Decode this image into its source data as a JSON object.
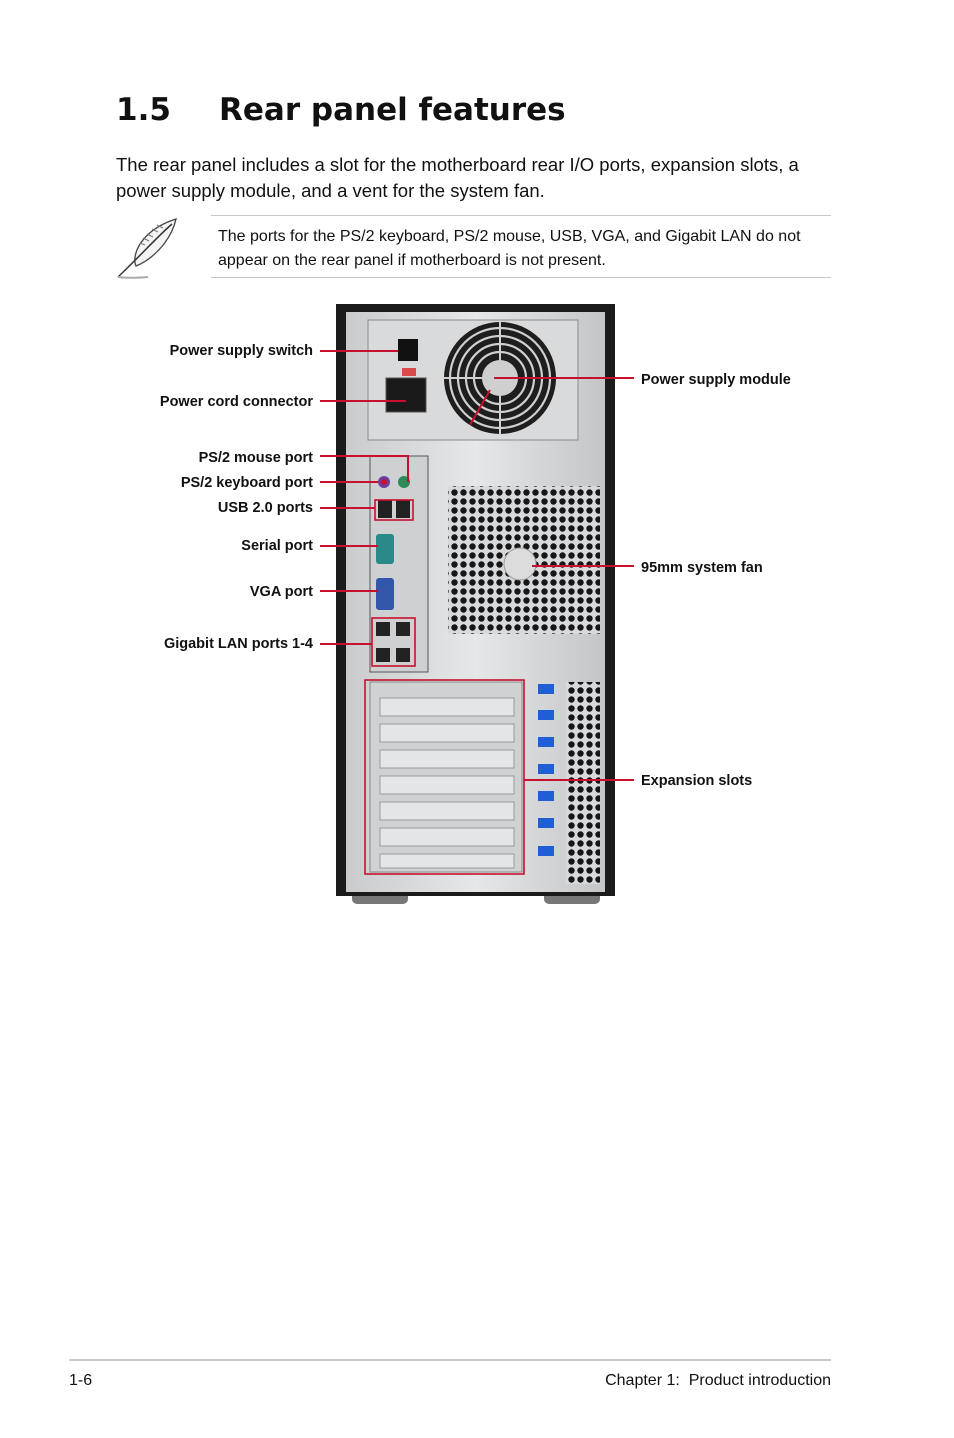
{
  "section": {
    "number": "1.5",
    "title": "Rear panel features"
  },
  "intro_text": "The rear panel includes a slot for the motherboard rear I/O ports, expansion slots, a power supply module, and a vent for the system fan.",
  "note": {
    "icon": "feather-quill-icon",
    "text": "The ports for the PS/2 keyboard, PS/2 mouse, USB, VGA, and Gigabit LAN do not appear on the rear panel if motherboard is not present."
  },
  "figure": {
    "callouts_left": [
      "Power supply switch",
      "Power cord connector",
      "PS/2 mouse port",
      "PS/2 keyboard port",
      "USB 2.0 ports",
      "Serial port",
      "VGA port",
      "Gigabit LAN ports 1-4"
    ],
    "callouts_right": [
      "Power supply module",
      "95mm system fan",
      "Expansion slots"
    ],
    "leader_color": "#c8102e"
  },
  "footer": {
    "page_number": "1-6",
    "chapter": "Chapter 1:  Product introduction"
  }
}
